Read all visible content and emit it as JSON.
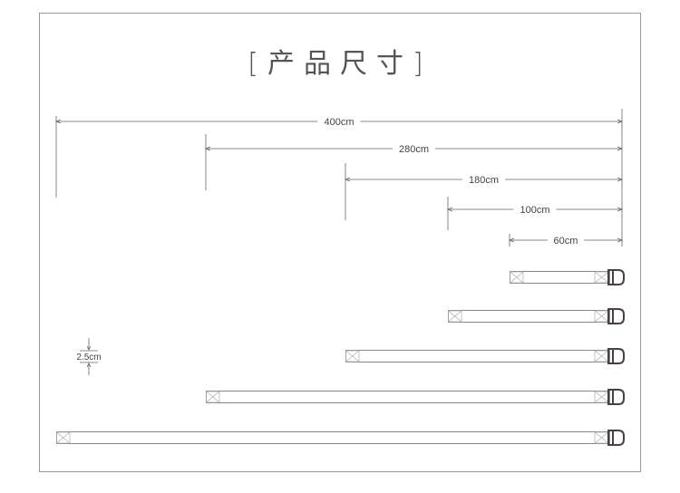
{
  "title": "[产品尺寸]",
  "dimensions": [
    {
      "label": "400cm",
      "length_cm": 400
    },
    {
      "label": "280cm",
      "length_cm": 280
    },
    {
      "label": "180cm",
      "length_cm": 180
    },
    {
      "label": "100cm",
      "length_cm": 100
    },
    {
      "label": "60cm",
      "length_cm": 60
    }
  ],
  "width_label": "2.5cm",
  "colors": {
    "line": "#666666",
    "belt": "#888888",
    "buckle": "#4a4040",
    "border": "#999999"
  }
}
